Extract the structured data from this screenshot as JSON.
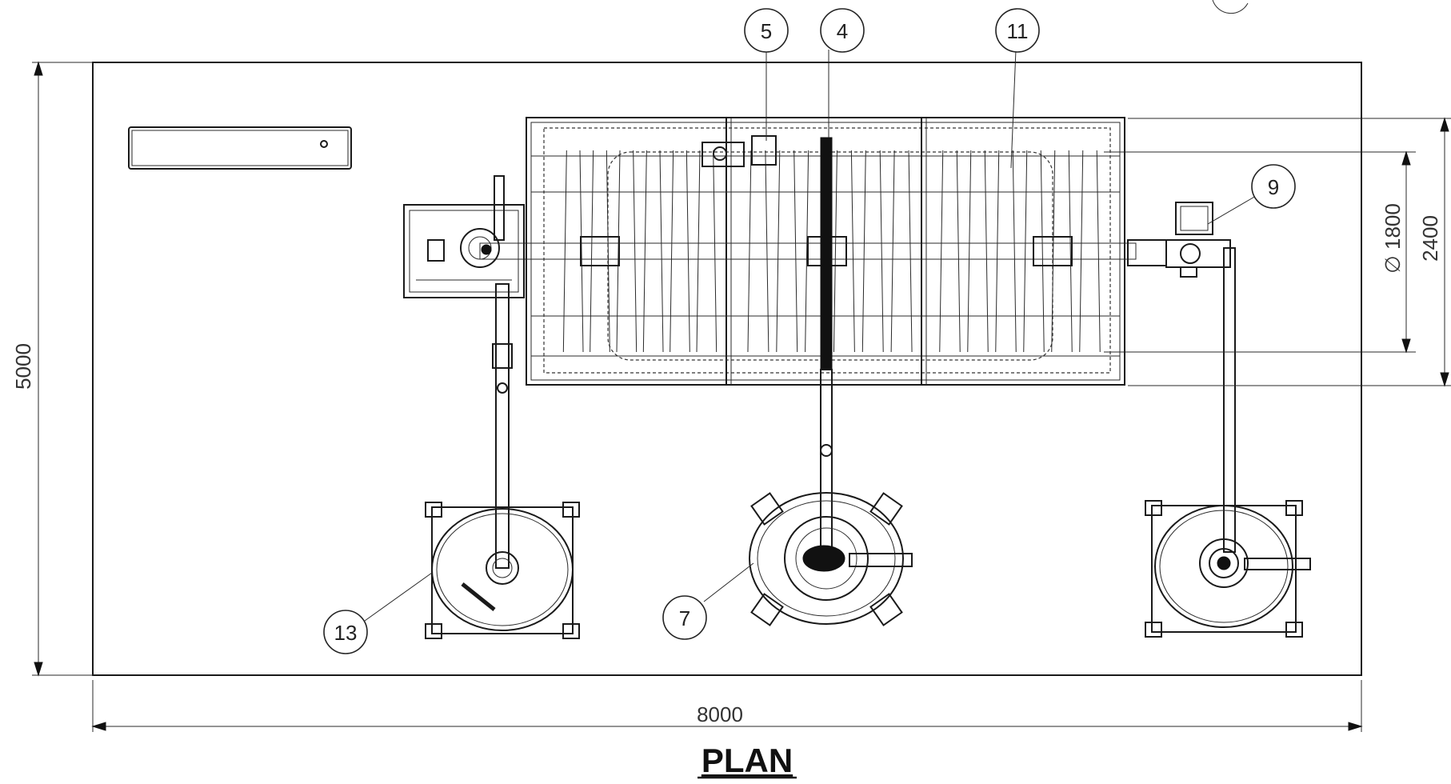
{
  "title": "PLAN",
  "dimensions": {
    "overall_width": "8000",
    "overall_depth": "5000",
    "tank_width": "2400",
    "drum_diameter": "∅ 1800"
  },
  "balloons": {
    "b4": "4",
    "b5": "5",
    "b7": "7",
    "b9": "9",
    "b11": "11",
    "b13": "13"
  }
}
